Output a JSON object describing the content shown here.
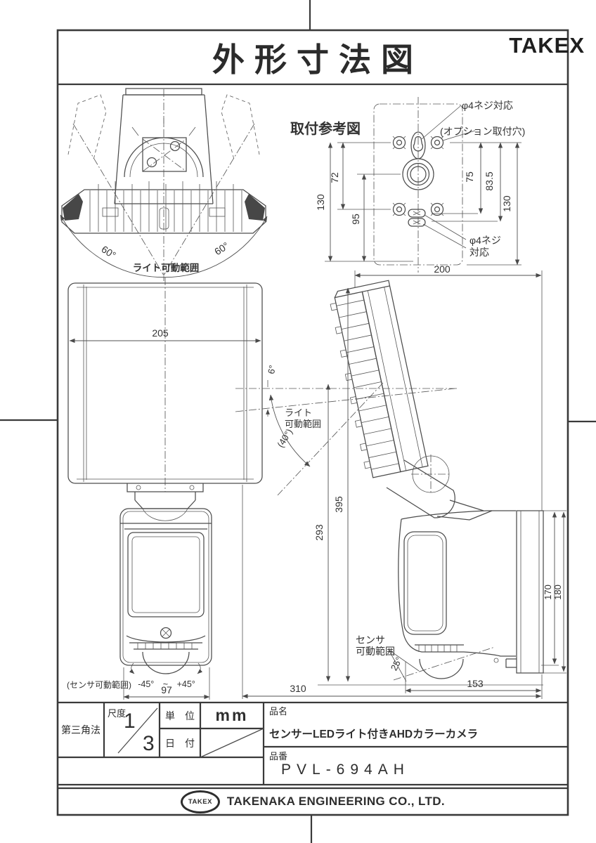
{
  "page": {
    "title": "外形寸法図",
    "brand": "TAKEX",
    "ink_color": "#4c4c4c"
  },
  "mounting": {
    "label": "取付参考図",
    "screw_note_top": "φ4ネジ対応",
    "option_hole_note": "(オプション取付穴)",
    "screw_note_bottom_line1": "φ4ネジ",
    "screw_note_bottom_line2": "対応",
    "dim_130_left": "130",
    "dim_72": "72",
    "dim_95": "95",
    "dim_75": "75",
    "dim_83_5": "83.5",
    "dim_130_right": "130",
    "dim_200": "200"
  },
  "top_view": {
    "angle_left": "60°",
    "angle_right": "60°",
    "light_range_label": "ライト可動範囲"
  },
  "front_view": {
    "dim_205": "205",
    "dim_97": "97",
    "sensor_range_label": "(センサ可動範囲)",
    "sensor_range_angles": "-45°　~　+45°"
  },
  "side_view": {
    "dim_395": "395",
    "dim_293": "293",
    "dim_170": "170",
    "dim_180": "180",
    "dim_153": "153",
    "dim_310": "310",
    "angle_6": "6°",
    "angle_40": "(40°)",
    "angle_25": "25°",
    "light_range_line1": "ライト",
    "light_range_line2": "可動範囲",
    "sensor_range_line1": "センサ",
    "sensor_range_line2": "可動範囲"
  },
  "title_block": {
    "projection": "第三角法",
    "scale_label": "尺度",
    "scale_numerator": "1",
    "scale_denominator": "3",
    "unit_label": "単　位",
    "unit_value": "mm",
    "date_label": "日　付",
    "name_label": "品名",
    "product_name": "センサーLEDライト付きAHDカラーカメラ",
    "code_label": "品番",
    "product_code": "PVL-694AH"
  },
  "footer": {
    "logo_text": "TAKEX",
    "company": "TAKENAKA ENGINEERING CO., LTD."
  }
}
